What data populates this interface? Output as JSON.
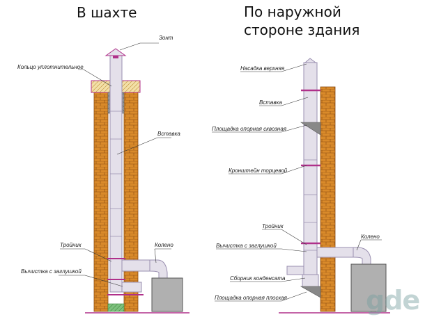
{
  "titles": {
    "left": "В шахте",
    "right_line1": "По наружной",
    "right_line2": "стороне здания"
  },
  "left_labels": {
    "zont": "Зонт",
    "ring": "Кольцо уплотнительное",
    "insert": "Вставка",
    "tee": "Тройник",
    "elbow": "Колено",
    "cleanout": "Вычистка с заглушкой"
  },
  "right_labels": {
    "top_nozzle": "Насадка верхняя",
    "insert": "Вставка",
    "support_through": "Площадка опорная сквозная",
    "bracket": "Кронштейн торцевой",
    "tee": "Тройник",
    "cleanout": "Вычистка с заглушкой",
    "elbow": "Колено",
    "condensate": "Сборник конденсата",
    "support_flat": "Площадка опорная плоская"
  },
  "watermark": "gde",
  "colors": {
    "brick": "#d98a2a",
    "brick_line": "#8a4a10",
    "pipe": "#e4e0ea",
    "pipe_line": "#9a8fb0",
    "box": "#b0b0b0",
    "accent": "#b0308a",
    "cap_fill": "#f2e0a8"
  }
}
